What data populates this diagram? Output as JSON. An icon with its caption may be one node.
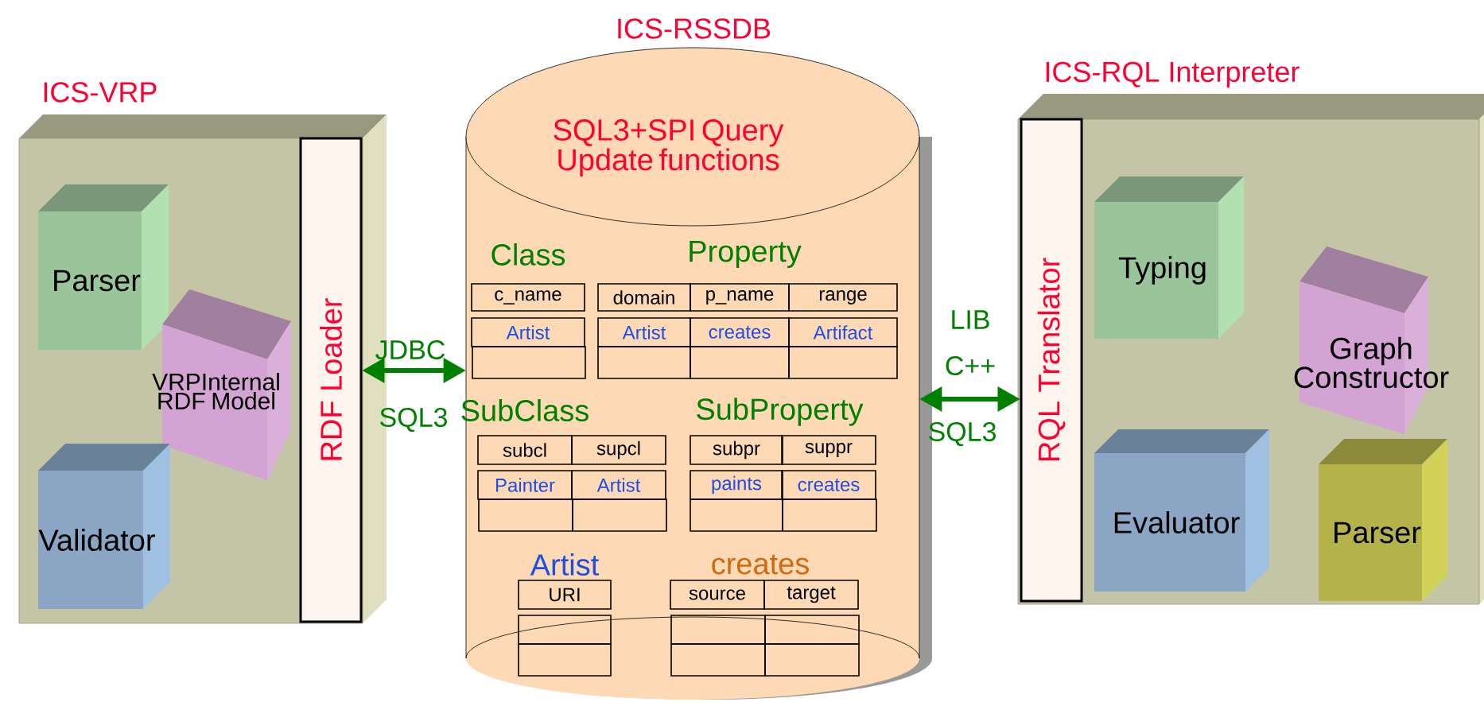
{
  "diagram": {
    "nodes": [
      {
        "text": [
          "ICS-VRP"
        ]
      },
      {
        "text": [
          "Parser"
        ],
        "in": 0
      },
      {
        "text": [
          "VRPInternal RDF Model"
        ],
        "in": 0
      },
      {
        "text": [
          "Validator"
        ],
        "in": 0
      },
      {
        "text": [
          "RDF Loader"
        ],
        "in": 0
      },
      {
        "text": [
          "ICS-RSSDB",
          "SQL3+SPI Query Update functions"
        ]
      },
      {
        "text": [
          "ICS-RQL Interpreter"
        ]
      },
      {
        "text": [
          "RQL Translator"
        ],
        "in": 6
      },
      {
        "text": [
          "Typing"
        ],
        "in": 6
      },
      {
        "text": [
          "Graph Constructor"
        ],
        "in": 6
      },
      {
        "text": [
          "Evaluator"
        ],
        "in": 6
      },
      {
        "text": [
          "Parser"
        ],
        "in": 6
      }
    ],
    "edges": [
      {
        "from": 4,
        "to": 5,
        "arrow": "both",
        "label": "JDBC"
      },
      {
        "from": 5,
        "to": 7,
        "arrow": "both",
        "label": "C++"
      }
    ],
    "labels": [
      "Class",
      "Property",
      "c_name",
      "domain",
      "p_name",
      "range",
      "Artist",
      "Artist",
      "creates",
      "Artifact",
      "SubClass",
      "SubProperty",
      "subcl",
      "supcl",
      "subpr",
      "suppr",
      "Painter",
      "Artist",
      "paints",
      "creates",
      "Artist",
      "creates",
      "URI",
      "source",
      "target",
      "SQL3",
      "LIB",
      "SQL3"
    ]
  }
}
